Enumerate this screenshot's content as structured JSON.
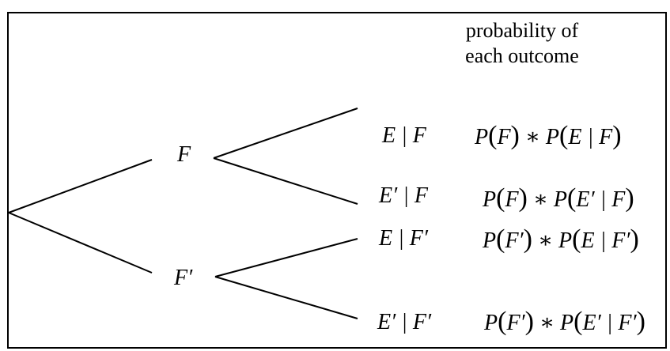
{
  "header": {
    "line1": "probability of",
    "line2": "each outcome"
  },
  "nodes": {
    "F": "F",
    "F_prime": "F′"
  },
  "outcomes": [
    {
      "label": "E | F"
    },
    {
      "label": "E′ | F"
    },
    {
      "label": "E | F′"
    },
    {
      "label": "E′ | F′"
    }
  ],
  "probabilities": [
    {
      "a": "P",
      "b": "F",
      "c": "∗",
      "d": "P",
      "e": "E | F"
    },
    {
      "a": "P",
      "b": "F",
      "c": "∗",
      "d": "P",
      "e": "E′ | F"
    },
    {
      "a": "P",
      "b": "F′",
      "c": "∗",
      "d": "P",
      "e": "E | F′"
    },
    {
      "a": "P",
      "b": "F′",
      "c": "∗",
      "d": "P",
      "e": "E′ | F′"
    }
  ]
}
